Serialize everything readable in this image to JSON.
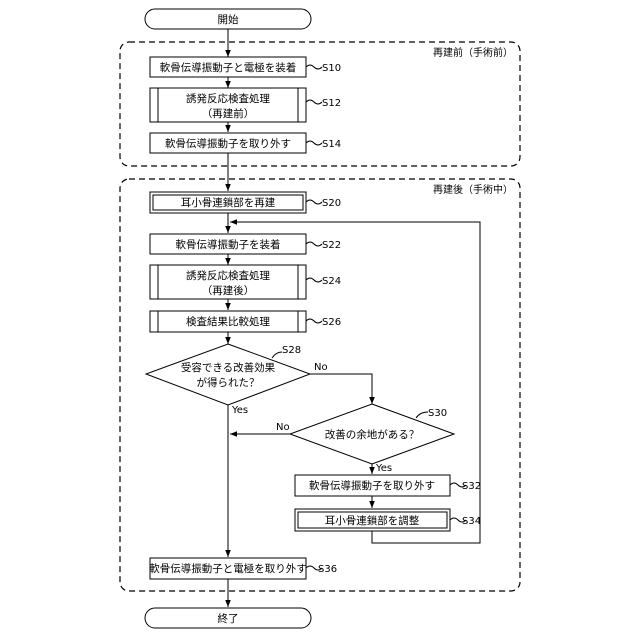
{
  "flow": {
    "start": "開始",
    "end": "終了",
    "region_pre": "再建前（手術前）",
    "region_post": "再建後（手術中）",
    "s10": {
      "text": "軟骨伝導振動子と電極を装着",
      "step": "S10"
    },
    "s12": {
      "line1": "誘発反応検査処理",
      "line2": "（再建前）",
      "step": "S12"
    },
    "s14": {
      "text": "軟骨伝導振動子を取り外す",
      "step": "S14"
    },
    "s20": {
      "text": "耳小骨連鎖部を再建",
      "step": "S20"
    },
    "s22": {
      "text": "軟骨伝導振動子を装着",
      "step": "S22"
    },
    "s24": {
      "line1": "誘発反応検査処理",
      "line2": "（再建後）",
      "step": "S24"
    },
    "s26": {
      "text": "検査結果比較処理",
      "step": "S26"
    },
    "s28": {
      "line1": "受容できる改善効果",
      "line2": "が得られた？",
      "step": "S28",
      "no": "No",
      "yes": "Yes"
    },
    "s30": {
      "text": "改善の余地がある？",
      "step": "S30",
      "no": "No",
      "yes": "Yes"
    },
    "s32": {
      "text": "軟骨伝導振動子を取り外す",
      "step": "S32"
    },
    "s34": {
      "text": "耳小骨連鎖部を調整",
      "step": "S34"
    },
    "s36": {
      "text": "軟骨伝導振動子と電極を取り外す",
      "step": "S36"
    }
  }
}
